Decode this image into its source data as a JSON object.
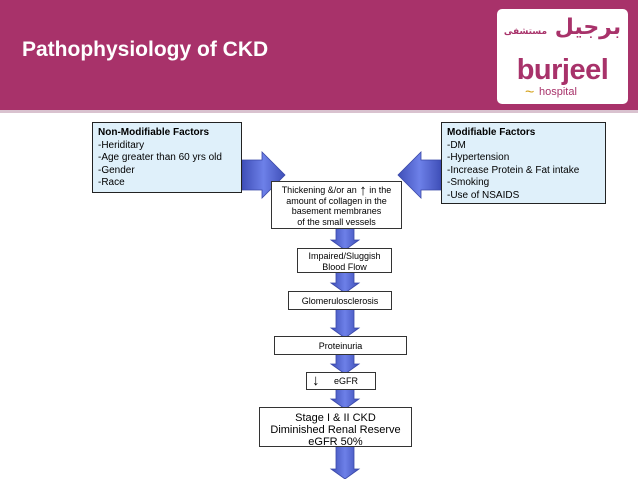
{
  "slide": {
    "title": "Pathophysiology of CKD"
  },
  "logo": {
    "arabic": "برجيل",
    "arabic_small": "مستشفى",
    "main": "burjeel",
    "sub": "hospital"
  },
  "colors": {
    "header": "#a8326a",
    "factor_fill": "#dff0fa",
    "arrow_fill": "#5b6fd6"
  },
  "non_modifiable": {
    "heading": "Non-Modifiable Factors",
    "items": [
      "-Heriditary",
      "-Age greater than 60 yrs old",
      "-Gender",
      "-Race"
    ]
  },
  "modifiable": {
    "heading": "Modifiable Factors",
    "items": [
      "-DM",
      "-Hypertension",
      "-Increase Protein & Fat intake",
      "-Smoking",
      "-Use of NSAIDS"
    ]
  },
  "flow": {
    "thickening": {
      "line1_pre": "Thickening &/or an",
      "line1_post": "in the",
      "line2": "amount of collagen in the",
      "line3": "basement membranes",
      "line4": "of the small vessels",
      "arrow_icon": "arrow-up-icon"
    },
    "impaired": {
      "line1": "Impaired/Sluggish",
      "line2": "Blood Flow"
    },
    "glomerulosclerosis": "Glomerulosclerosis",
    "proteinuria": "Proteinuria",
    "egfr": {
      "label": "eGFR",
      "arrow_icon": "arrow-down-icon"
    },
    "stage": {
      "line1": "Stage I & II CKD",
      "line2": "Diminished Renal Reserve",
      "line3": "eGFR 50%"
    }
  }
}
